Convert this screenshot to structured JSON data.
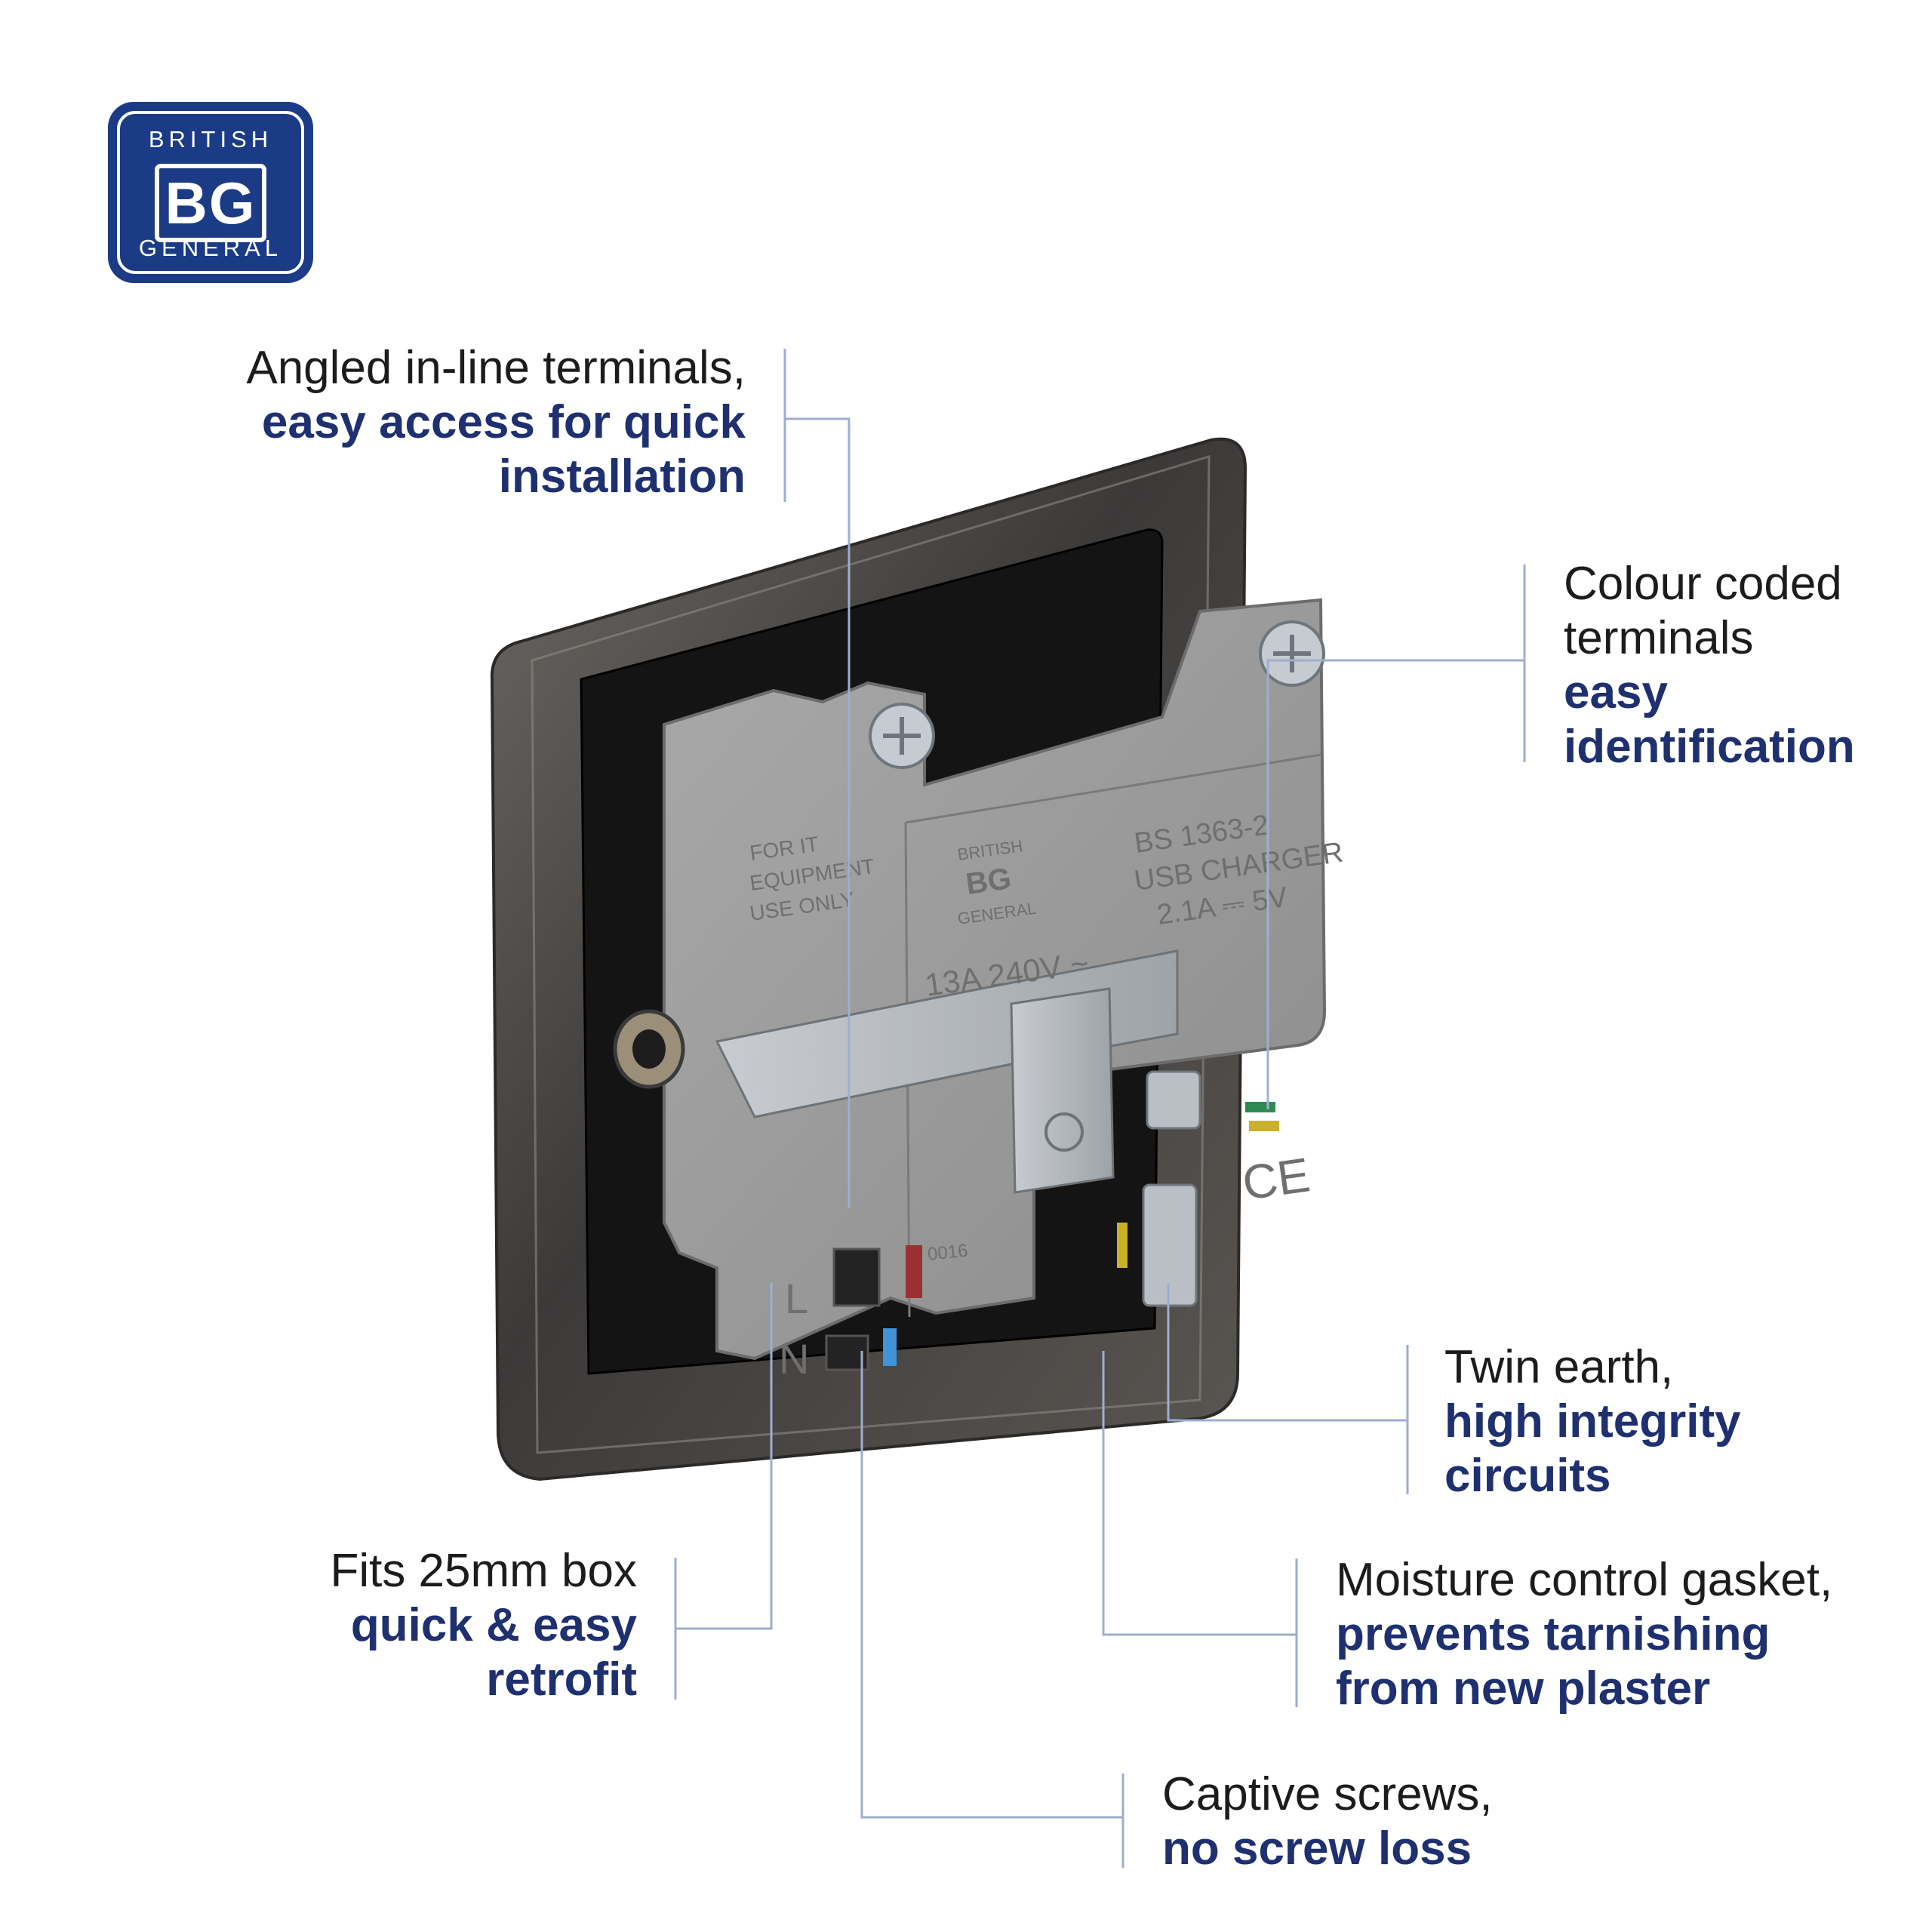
{
  "logo": {
    "top": "BRITISH",
    "mid": "BG",
    "bottom": "GENERAL"
  },
  "callouts": {
    "terminals": {
      "line1": "Angled in-line terminals,",
      "line2": "easy access for quick",
      "line3": "installation"
    },
    "colour": {
      "line1": "Colour coded",
      "line2": "terminals",
      "line3": "easy",
      "line4": "identification"
    },
    "earth": {
      "line1": "Twin earth,",
      "line2": "high integrity",
      "line3": "circuits"
    },
    "box": {
      "line1": "Fits 25mm box",
      "line2": "quick & easy",
      "line3": "retrofit"
    },
    "gasket": {
      "line1": "Moisture control gasket,",
      "line2": "prevents tarnishing",
      "line3": "from new plaster"
    },
    "screws": {
      "line1": "Captive screws,",
      "line2": "no screw loss"
    }
  },
  "product_labels": {
    "it_equipment": [
      "FOR IT",
      "EQUIPMENT",
      "USE ONLY"
    ],
    "brand_top": "BRITISH",
    "brand_mid": "BG",
    "brand_bottom": "GENERAL",
    "standard": "BS 1363-2",
    "usb": "USB CHARGER",
    "usb_rating": "2.1A ⎓ 5V",
    "rating": "13A 240V ~",
    "code": "0016",
    "live": "L",
    "neutral": "N",
    "ce": "CE"
  },
  "colors": {
    "brand_navy": "#1b3b86",
    "emphasis_navy": "#1e3070",
    "leader_line": "#9eaed0"
  }
}
